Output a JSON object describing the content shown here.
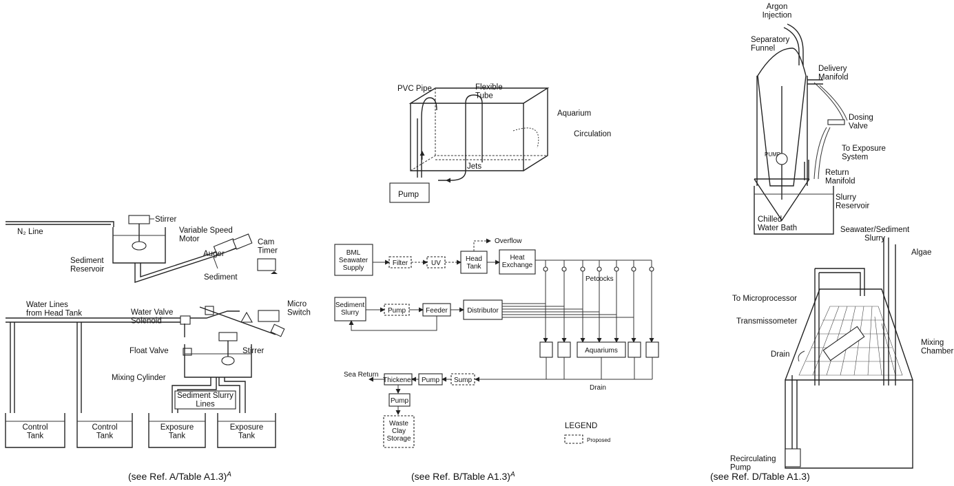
{
  "panel_a": {
    "labels": {
      "stirrer_top": "Stirrer",
      "n2_line": "N₂ Line",
      "variable_speed_motor": "Variable Speed\nMotor",
      "auger": "Auger",
      "cam_timer": "Cam\nTimer",
      "sediment_reservoir": "Sediment\nReservoir",
      "sediment": "Sediment",
      "water_lines": "Water Lines\nfrom Head Tank",
      "water_valve_solenoid": "Water Valve\nSolenoid",
      "micro_switch": "Micro\nSwitch",
      "float_valve": "Float Valve",
      "stirrer_bottom": "Stirrer",
      "mixing_cylinder": "Mixing Cylinder",
      "slurry_lines": "Sediment Slurry\nLines",
      "control_tank_1": "Control\nTank",
      "control_tank_2": "Control\nTank",
      "exposure_tank_1": "Exposure\nTank",
      "exposure_tank_2": "Exposure\nTank"
    },
    "caption": "(see Ref. A/Table A1.3)",
    "caption_sup": "A"
  },
  "panel_b_top": {
    "labels": {
      "pvc_pipe": "PVC Pipe",
      "flexible_tube": "Flexible\nTube",
      "aquarium": "Aquarium",
      "circulation": "Circulation",
      "jets": "Jets",
      "pump": "Pump"
    }
  },
  "panel_b_flow": {
    "labels": {
      "bml_supply": "BML\nSeawater\nSupply",
      "filter": "Filter",
      "uv": "UV",
      "head_tank": "Head\nTank",
      "overflow": "Overflow",
      "heat_exchange": "Heat\nExchange",
      "petcocks": "Petcocks",
      "sediment_slurry": "Sediment\nSlurry",
      "pump_1": "Pump",
      "feeder": "Feeder",
      "distributor": "Distributor",
      "aquariums": "Aquariums",
      "drain": "Drain",
      "sea_return": "Sea Return",
      "thickener": "Thickener",
      "pump_2": "Pump",
      "sump": "Sump",
      "pump_3": "Pump",
      "waste_clay": "Waste\nClay\nStorage",
      "legend_title": "LEGEND",
      "legend_proposed": "Proposed"
    },
    "caption": "(see Ref. B/Table A1.3)",
    "caption_sup": "A"
  },
  "panel_d": {
    "labels": {
      "argon_injection": "Argon\nInjection",
      "separatory_funnel": "Separatory\nFunnel",
      "delivery_manifold": "Delivery\nManifold",
      "dosing_valve": "Dosing\nValve",
      "to_exposure_system": "To Exposure\nSystem",
      "pump_small": "PUMP",
      "return_manifold": "Return\nManifold",
      "slurry_reservoir": "Slurry\nReservoir",
      "chilled_water_bath": "Chilled\nWater Bath",
      "seawater_sediment_slurry": "Seawater/Sediment\nSlurry",
      "algae": "Algae",
      "to_microprocessor": "To Microprocessor",
      "transmissometer": "Transmissometer",
      "drain": "Drain",
      "mixing_chamber": "Mixing\nChamber",
      "recirculating_pump": "Recirculating\nPump"
    },
    "caption": "(see Ref. D/Table A1.3)"
  }
}
